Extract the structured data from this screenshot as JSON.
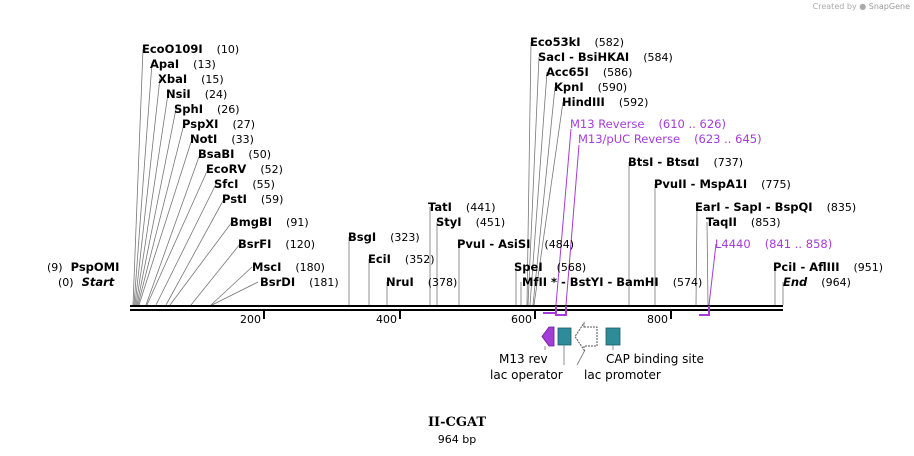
{
  "header": {
    "credit_prefix": "Created by",
    "credit_brand": "SnapGene"
  },
  "sequence": {
    "name": "II-CGAT",
    "length_label": "964 bp",
    "length": 964
  },
  "ruler": [
    {
      "label": "200",
      "pos": 200
    },
    {
      "label": "400",
      "pos": 400
    },
    {
      "label": "600",
      "pos": 600
    },
    {
      "label": "800",
      "pos": 800
    }
  ],
  "sites": [
    {
      "name": "EcoO109I",
      "pos_label": "(10)",
      "pos": 10
    },
    {
      "name": "ApaI",
      "pos_label": "(13)",
      "pos": 13
    },
    {
      "name": "XbaI",
      "pos_label": "(15)",
      "pos": 15
    },
    {
      "name": "NsiI",
      "pos_label": "(24)",
      "pos": 24
    },
    {
      "name": "SphI",
      "pos_label": "(26)",
      "pos": 26
    },
    {
      "name": "PspXI",
      "pos_label": "(27)",
      "pos": 27
    },
    {
      "name": "NotI",
      "pos_label": "(33)",
      "pos": 33
    },
    {
      "name": "BsaBI",
      "pos_label": "(50)",
      "pos": 50
    },
    {
      "name": "EcoRV",
      "pos_label": "(52)",
      "pos": 52
    },
    {
      "name": "SfcI",
      "pos_label": "(55)",
      "pos": 55
    },
    {
      "name": "PstI",
      "pos_label": "(59)",
      "pos": 59
    },
    {
      "name": "BmgBI",
      "pos_label": "(91)",
      "pos": 91
    },
    {
      "name": "BsrFI",
      "pos_label": "(120)",
      "pos": 120
    },
    {
      "name": "MscI",
      "pos_label": "(180)",
      "pos": 180
    },
    {
      "name": "BsrDI",
      "pos_label": "(181)",
      "pos": 181
    },
    {
      "name": "PspOMI",
      "pos_label": "(9)",
      "pos": 9
    },
    {
      "name": "Start",
      "pos_label": "(0)",
      "pos": 0
    },
    {
      "name": "BsgI",
      "pos_label": "(323)",
      "pos": 323
    },
    {
      "name": "EciI",
      "pos_label": "(352)",
      "pos": 352
    },
    {
      "name": "NruI",
      "pos_label": "(378)",
      "pos": 378
    },
    {
      "name": "TatI",
      "pos_label": "(441)",
      "pos": 441
    },
    {
      "name": "StyI",
      "pos_label": "(451)",
      "pos": 451
    },
    {
      "name": "PvuI - AsiSI",
      "pos_label": "(484)",
      "pos": 484
    },
    {
      "name": "SpeI",
      "pos_label": "(568)",
      "pos": 568
    },
    {
      "name": "MfII * - BstYI - BamHI",
      "pos_label": "(574)",
      "pos": 574
    },
    {
      "name": "Eco53kI",
      "pos_label": "(582)",
      "pos": 582
    },
    {
      "name": "SacI - BsiHKAI",
      "pos_label": "(584)",
      "pos": 584
    },
    {
      "name": "Acc65I",
      "pos_label": "(586)",
      "pos": 586
    },
    {
      "name": "KpnI",
      "pos_label": "(590)",
      "pos": 590
    },
    {
      "name": "HindIII",
      "pos_label": "(592)",
      "pos": 592
    },
    {
      "name": "BtsI - BtsαI",
      "pos_label": "(737)",
      "pos": 737
    },
    {
      "name": "PvuII - MspA1I",
      "pos_label": "(775)",
      "pos": 775
    },
    {
      "name": "EarI - SapI - BspQI",
      "pos_label": "(835)",
      "pos": 835
    },
    {
      "name": "TaqII",
      "pos_label": "(853)",
      "pos": 853
    },
    {
      "name": "PciI - AflIII",
      "pos_label": "(951)",
      "pos": 951
    },
    {
      "name": "End",
      "pos_label": "(964)",
      "pos": 964
    }
  ],
  "primers": [
    {
      "name": "M13 Reverse",
      "range": "(610 .. 626)"
    },
    {
      "name": "M13/pUC Reverse",
      "range": "(623 .. 645)"
    },
    {
      "name": "L4440",
      "range": "(841 .. 858)"
    }
  ],
  "features": [
    {
      "name": "M13 rev",
      "color": "#a43cd8"
    },
    {
      "name": "lac operator",
      "color": "#2e8b9a"
    },
    {
      "name": "lac promoter",
      "color": "#ffffff"
    },
    {
      "name": "CAP binding site",
      "color": "#2e8b9a"
    }
  ],
  "colors": {
    "primer": "#a43cd8",
    "feature_box": "#2e8b9a",
    "backbone": "#000000"
  }
}
